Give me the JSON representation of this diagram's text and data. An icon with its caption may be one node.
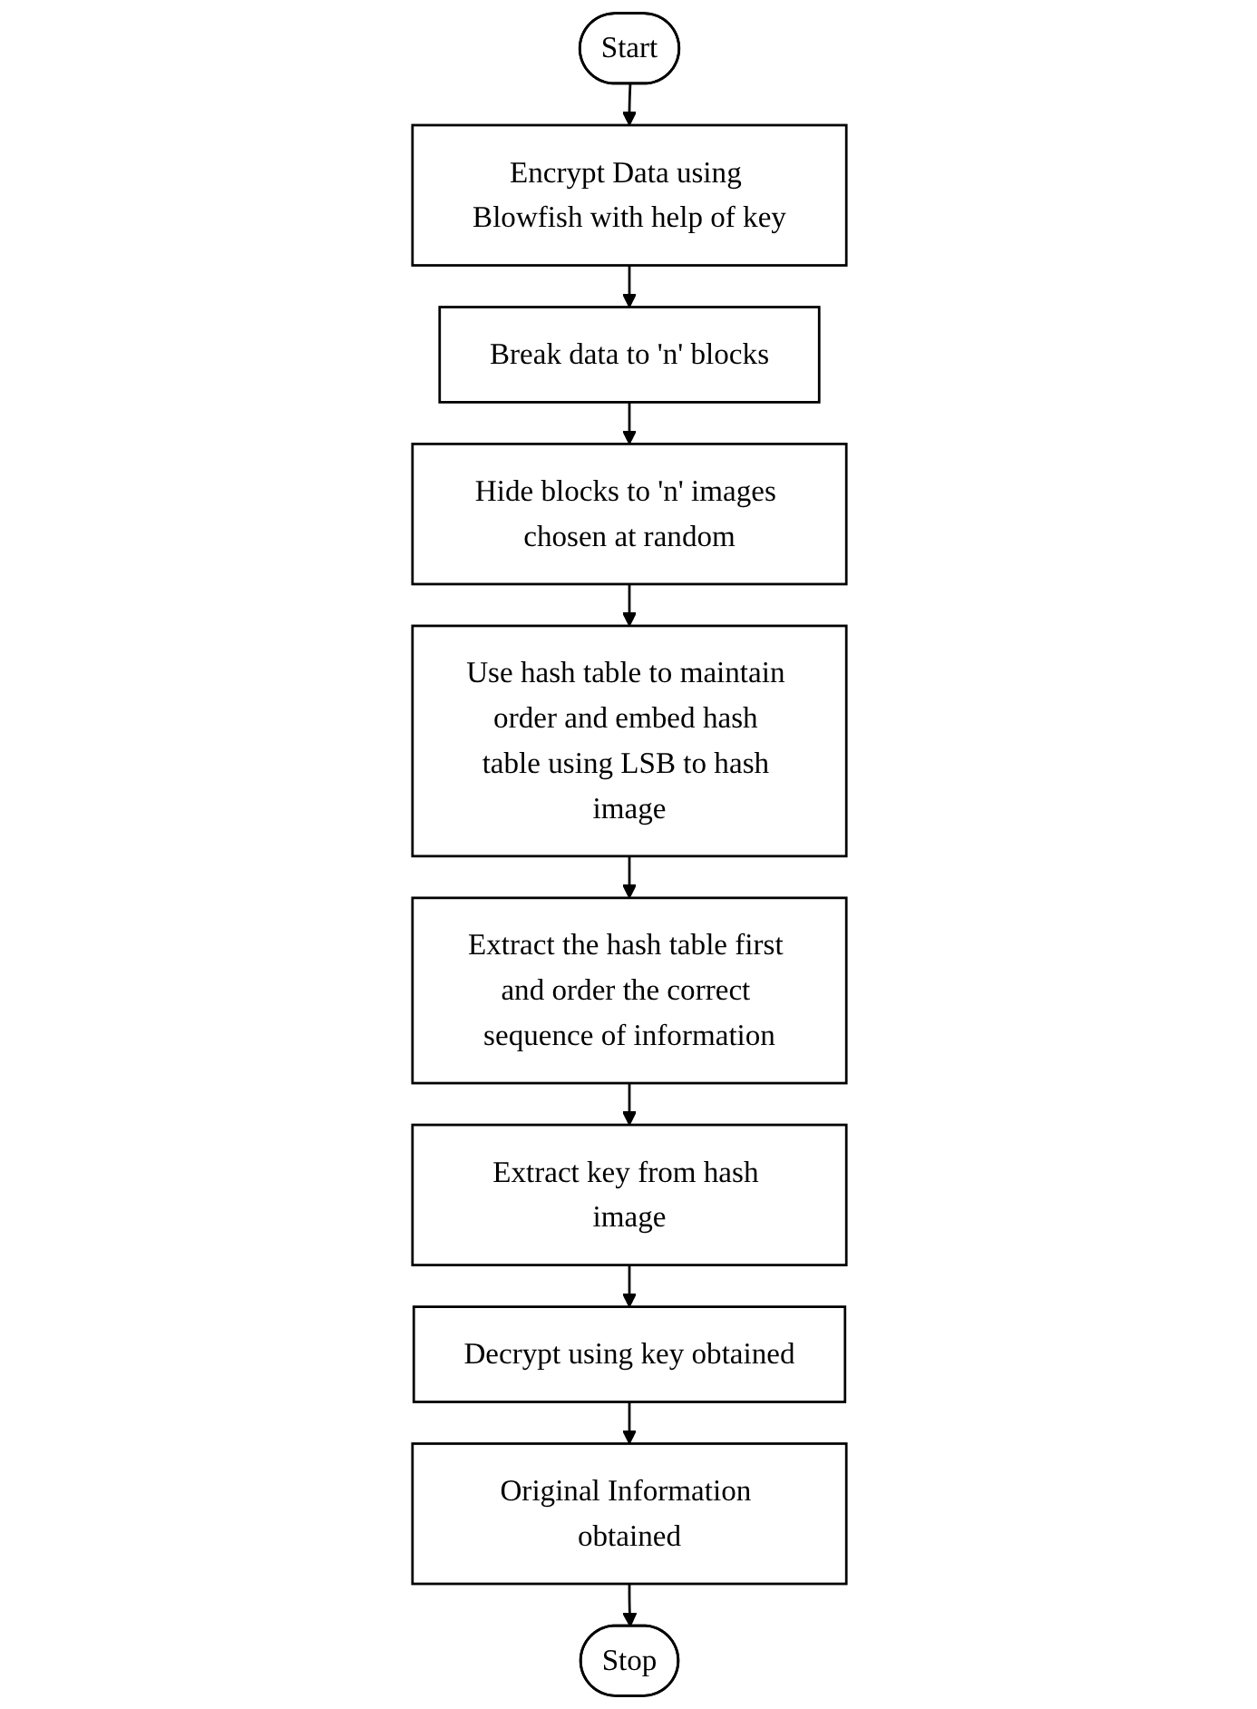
{
  "diagram": {
    "nodes": [
      {
        "text": [
          "Start"
        ]
      },
      {
        "text": [
          "Encrypt Data using Blowfish with help of key"
        ]
      },
      {
        "text": [
          "Break data to 'n' blocks"
        ]
      },
      {
        "text": [
          "Hide blocks to 'n' images chosen at random"
        ]
      },
      {
        "text": [
          "Use hash table to maintain order and embed hash table using LSB to hash image"
        ]
      },
      {
        "text": [
          "Extract the hash table first and order the correct sequence of information"
        ]
      },
      {
        "text": [
          "Extract key from hash image"
        ]
      },
      {
        "text": [
          "Decrypt using key obtained"
        ]
      },
      {
        "text": [
          "Original Information obtained"
        ]
      },
      {
        "text": [
          "Stop"
        ]
      }
    ],
    "edges": [
      {
        "from": 0,
        "to": 1,
        "arrow": "to"
      },
      {
        "from": 1,
        "to": 2,
        "arrow": "to"
      },
      {
        "from": 2,
        "to": 3,
        "arrow": "to"
      },
      {
        "from": 3,
        "to": 4,
        "arrow": "to"
      },
      {
        "from": 4,
        "to": 5,
        "arrow": "to"
      },
      {
        "from": 5,
        "to": 6,
        "arrow": "to"
      },
      {
        "from": 6,
        "to": 7,
        "arrow": "to"
      },
      {
        "from": 7,
        "to": 8,
        "arrow": "to"
      },
      {
        "from": 8,
        "to": 9,
        "arrow": "to"
      }
    ]
  }
}
